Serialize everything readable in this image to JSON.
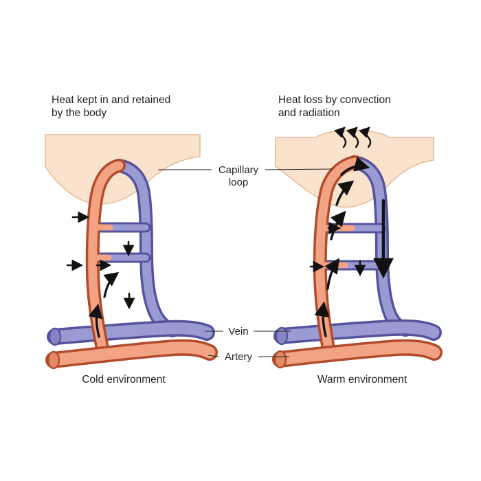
{
  "headings": {
    "left_line1": "Heat kept in and retained",
    "left_line2": "by the body",
    "right_line1": "Heat loss by convection",
    "right_line2": "and radiation"
  },
  "labels": {
    "capillary_line1": "Capillary",
    "capillary_line2": "loop",
    "vein": "Vein",
    "artery": "Artery"
  },
  "captions": {
    "left": "Cold environment",
    "right": "Warm environment"
  },
  "colors": {
    "artery_fill": "#f2a383",
    "artery_outline": "#b24a2c",
    "artery_cap": "#e08a68",
    "vein_fill": "#9b9bd4",
    "vein_outline": "#54549e",
    "vein_cap": "#8585c4",
    "skin_fill": "#fae3cd",
    "skin_outline": "#e5b998",
    "arrow": "#111111",
    "text": "#222222"
  }
}
